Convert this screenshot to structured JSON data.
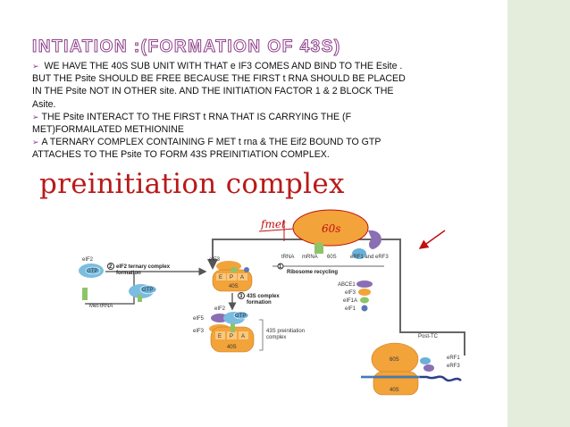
{
  "slide": {
    "title": "INTIATION :(FORMATION OF 43S)",
    "bullet_mark": "➢",
    "bullets": [
      " WE HAVE THE 40S SUB UNIT WITH THAT e IF3  COMES AND BIND TO THE Esite . BUT THE Psite SHOULD BE FREE BECAUSE THE FIRST t RNA SHOULD BE PLACED IN THE Psite NOT IN OTHER site. AND THE INITIATION FACTOR 1 & 2 BLOCK THE Asite.",
      "THE Psite INTERACT TO THE FIRST t RNA THAT IS CARRYING THE (F MET)FORMAILATED METHIONINE",
      "A TERNARY COMPLEX CONTAINING F MET t rna & THE Eif2  BOUND TO GTP ATTACHES TO THE Psite TO FORM 43S PREINITIATION COMPLEX."
    ],
    "figure_heading": "preinitiation complex"
  },
  "diagram": {
    "handwritten_fmet": "fmet",
    "handwritten_60s": "60s",
    "labels": {
      "eIF2": "eIF2",
      "gtp": "GTP",
      "step2": "2",
      "step2_text": "eIF2 ternary complex",
      "step2_text2": "formation",
      "met_trna": "Met-tRNA",
      "eIF3": "eIF3",
      "e_site": "E",
      "p_site": "P",
      "a_site": "A",
      "s40": "40S",
      "step3": "3",
      "step3_text": "43S complex",
      "step3_text2": "formation",
      "eIF5": "eIF5",
      "eIF3b": "eIF3",
      "pre43s": "43S preinitiation",
      "pre43s2": "complex",
      "trna": "tRNA",
      "mrna": "mRNA",
      "s60": "60S",
      "erf": "eRF1 and eRF3",
      "step1": "1",
      "step1_text": "Ribosome recycling",
      "abce1": "ABCE1",
      "eif3c": "eIF3",
      "eif1a": "eIF1A",
      "eif1": "eIF1",
      "post_tc": "Post-TC",
      "s60b": "60S",
      "erf1": "eRF1",
      "erf3": "eRF3",
      "s40b": "40S"
    },
    "colors": {
      "subunit_orange": "#f2a33a",
      "gtp_blue": "#6ab0d8",
      "trna_green": "#8dc46a",
      "factor_purple": "#8a6fb4",
      "accent_red": "#c01010",
      "title_purple": "#8e3f8a"
    }
  }
}
